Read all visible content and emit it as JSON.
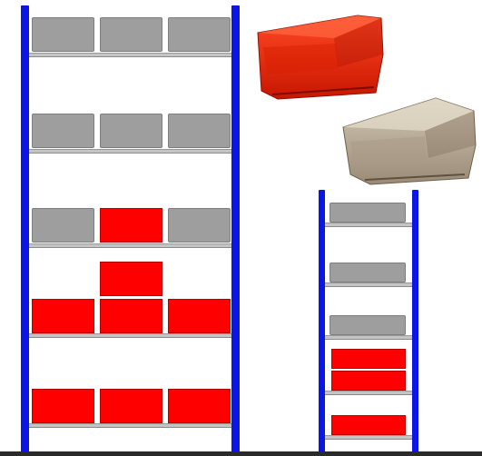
{
  "colors": {
    "upright": "#0a16e6",
    "shelf": "#c4c4c4",
    "bin_gray": "#9e9e9e",
    "bin_red": "#ff0000",
    "floor": "#2a2a2a",
    "photo_bin_red": "#e8200a",
    "photo_bin_beige": "#b9ab98"
  },
  "racks": [
    {
      "name": "tall-rack",
      "levels": [
        {
          "bins": [
            "gray",
            "gray",
            "gray"
          ]
        },
        {
          "bins": [
            "gray",
            "gray",
            "gray"
          ]
        },
        {
          "bins": [
            "gray",
            "red",
            "gray"
          ]
        },
        {
          "bins": [
            "red",
            "red",
            "red"
          ],
          "stacked_on_top": [
            "red"
          ]
        },
        {
          "bins": [
            "red",
            "red",
            "red"
          ]
        }
      ]
    },
    {
      "name": "short-rack",
      "levels": [
        {
          "bins": [
            "gray"
          ]
        },
        {
          "bins": [
            "gray"
          ]
        },
        {
          "bins": [
            "gray"
          ]
        },
        {
          "bins": [
            "red",
            "red"
          ]
        },
        {
          "bins": [
            "red"
          ]
        }
      ]
    }
  ],
  "photo_bins": [
    {
      "name": "red-storage-bin-photo",
      "color": "red"
    },
    {
      "name": "beige-storage-bin-photo",
      "color": "beige"
    }
  ]
}
